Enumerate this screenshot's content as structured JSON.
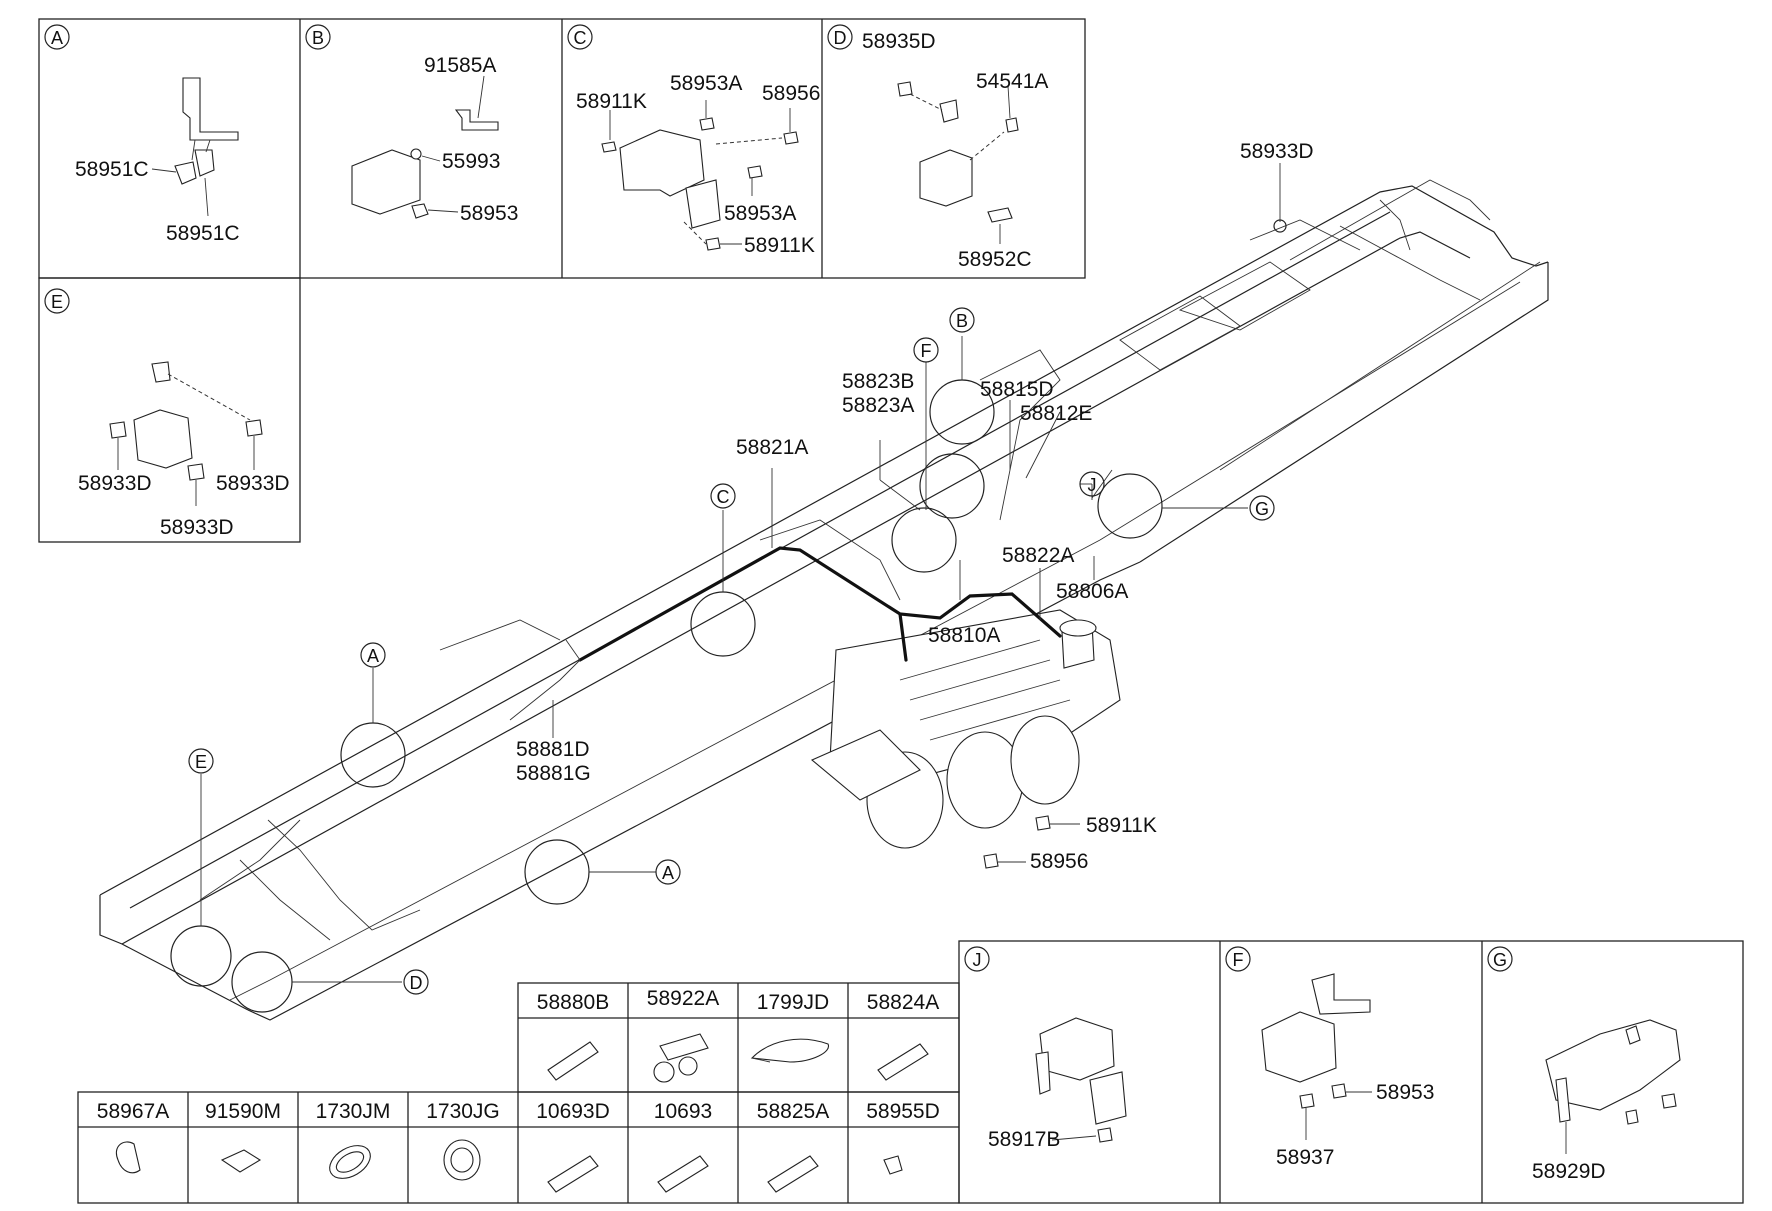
{
  "panels": {
    "A": {
      "letter": "A",
      "labels": [
        "58951C",
        "58951C"
      ]
    },
    "B": {
      "letter": "B",
      "labels": [
        "91585A",
        "55993",
        "58953"
      ]
    },
    "C": {
      "letter": "C",
      "labels": [
        "58911K",
        "58953A",
        "58956",
        "58953A",
        "58911K"
      ]
    },
    "D": {
      "letter": "D",
      "labels": [
        "58935D",
        "54541A",
        "58952C"
      ]
    },
    "E": {
      "letter": "E",
      "labels": [
        "58933D",
        "58933D",
        "58933D"
      ]
    },
    "J": {
      "letter": "J",
      "labels": [
        "58917B"
      ]
    },
    "F": {
      "letter": "F",
      "labels": [
        "58953",
        "58937"
      ]
    },
    "G": {
      "letter": "G",
      "labels": [
        "58929D"
      ]
    }
  },
  "main": {
    "callouts": [
      "58933D",
      "58823B",
      "58823A",
      "58815D",
      "58812E",
      "58821A",
      "58822A",
      "58806A",
      "58810A",
      "58881D",
      "58881G",
      "58911K",
      "58956"
    ],
    "refs": [
      "B",
      "F",
      "J",
      "G",
      "C",
      "A",
      "E",
      "A",
      "D"
    ]
  },
  "parts_table": {
    "row1": [
      "58880B",
      "58922A",
      "1799JD",
      "58824A"
    ],
    "row2": [
      "58967A",
      "91590M",
      "1730JM",
      "1730JG",
      "10693D",
      "10693",
      "58825A",
      "58955D"
    ]
  }
}
